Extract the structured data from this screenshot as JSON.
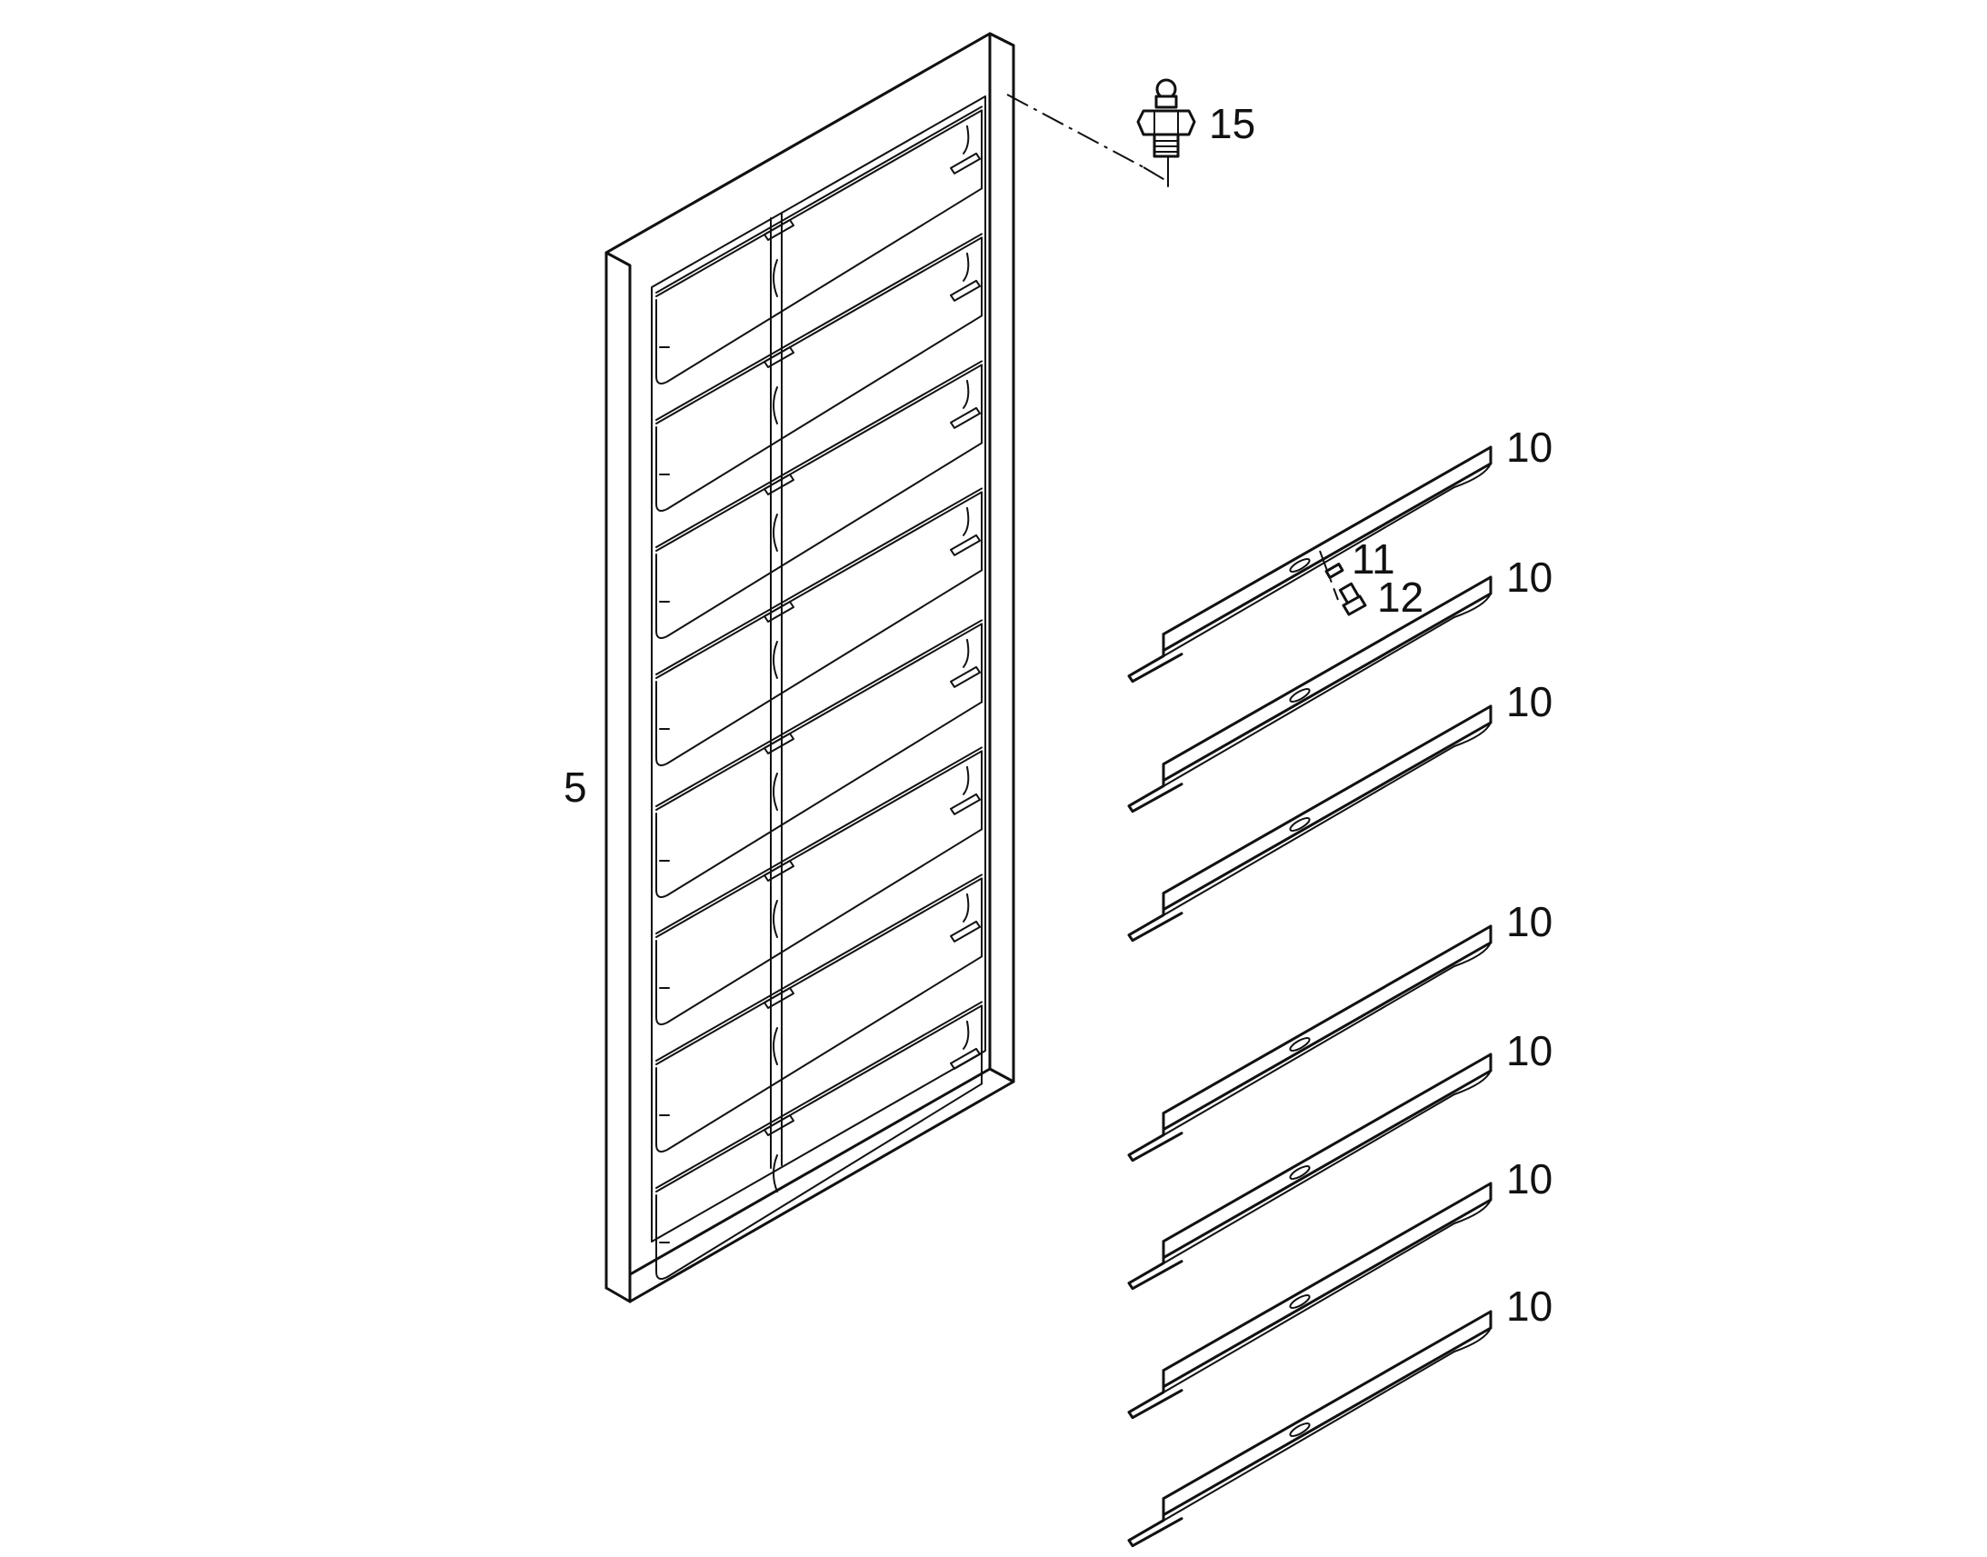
{
  "callouts": {
    "frame": "5",
    "grease_fitting": "15",
    "slat_top": "10",
    "slat_2": "10",
    "slat_3": "10",
    "slat_4": "10",
    "slat_5": "10",
    "slat_6": "10",
    "slat_7": "10",
    "washer": "11",
    "bolt": "12"
  }
}
